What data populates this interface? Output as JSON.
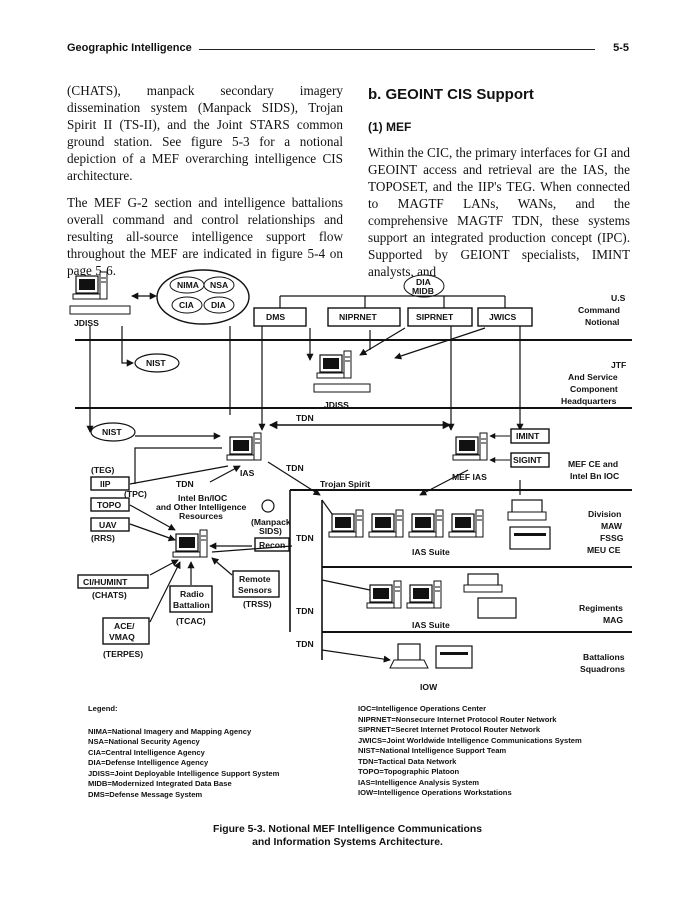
{
  "header": {
    "title": "Geographic Intelligence",
    "page": "5-5"
  },
  "left_column": {
    "p1": "(CHATS), manpack secondary imagery dissemination system (Manpack SIDS), Trojan Spirit II (TS-II), and the Joint STARS common ground station. See figure 5-3 for a notional depiction of a MEF overarching intelligence CIS architecture.",
    "p2": "The MEF G-2 section and intelligence battalions overall command and control relationships and resulting all-source intelligence support flow throughout the MEF are indicated in figure 5-4 on page 5-6."
  },
  "right_column": {
    "heading": "b. GEOINT CIS Support",
    "subheading": "(1) MEF",
    "p1": "Within the CIC, the primary interfaces for GI and GEOINT access and retrieval are the IAS, the TOPOSET, and the IIP's TEG. When connected to MAGTF LANs, WANs, and the comprehensive MAGTF TDN, these systems support an integrated production concept (IPC). Supported by GEIONT specialists, IMINT analysts, and"
  },
  "figure": {
    "agencies": [
      "NIMA",
      "NSA",
      "CIA",
      "DIA"
    ],
    "dia_midb": "DIA\nMIDB",
    "networks": [
      "DMS",
      "NIPRNET",
      "SIPRNET",
      "JWICS"
    ],
    "jdiss": "JDISS",
    "nist": "NIST",
    "tdn": "TDN",
    "ias": "IAS",
    "mef_ias": "MEF IAS",
    "trojan_spirit": "Trojan Spirit",
    "imint": "IMINT",
    "sigint": "SIGINT",
    "teg": "(TEG)",
    "iip": "IIP",
    "tpc": "(TPC)",
    "topo": "TOPO",
    "uav": "UAV",
    "rrs": "(RRS)",
    "intel_bn": "Intel Bn/IOC\nand Other Intelligence\nResources",
    "manpack_sids": "(Manpack\nSIDS)",
    "recon": "Recon",
    "ci_humint": "CI/HUMINT",
    "chats": "(CHATS)",
    "radio_battalion": "Radio\nBattalion",
    "tcac": "(TCAC)",
    "remote_sensors": "Remote\nSensors",
    "trss": "(TRSS)",
    "ace_vmaq": "ACE/\nVMAQ",
    "terpes": "(TERPES)",
    "ias_suite": "IAS Suite",
    "iow": "IOW",
    "level_labels": [
      "U.S\nCommand\nNotional",
      "JTF\nAnd Service\nComponent\nHeadquarters",
      "MEF CE and\nIntel Bn IOC",
      "Division\nMAW\nFSSG\nMEU CE",
      "Regiments\nMAG",
      "Battalions\nSquadrons"
    ]
  },
  "legend": {
    "title": "Legend:",
    "left": [
      "NIMA=National Imagery and Mapping Agency",
      "NSA=National Security Agency",
      "CIA=Central Intelligence Agency",
      "DIA=Defense Intelligence Agency",
      "JDISS=Joint Deployable Intelligence Support System",
      "MIDB=Modernized Integrated Data Base",
      "DMS=Defense Message System"
    ],
    "right": [
      "IOC=Intelligence Operations Center",
      "NIPRNET=Nonsecure Internet Protocol Router Network",
      "SIPRNET=Secret Internet Protocol Router Network",
      "JWICS=Joint Worldwide Intelligence Communications System",
      "NIST=National Intelligence Support Team",
      "TDN=Tactical Data Network",
      "TOPO=Topographic Platoon",
      "IAS=Intelligence Analysis System",
      "IOW=Intelligence Operations Workstations"
    ]
  },
  "caption": {
    "line1": "Figure 5-3. Notional MEF Intelligence Communications",
    "line2": "and Information Systems Architecture."
  },
  "colors": {
    "ink": "#111111",
    "paper": "#ffffff"
  }
}
